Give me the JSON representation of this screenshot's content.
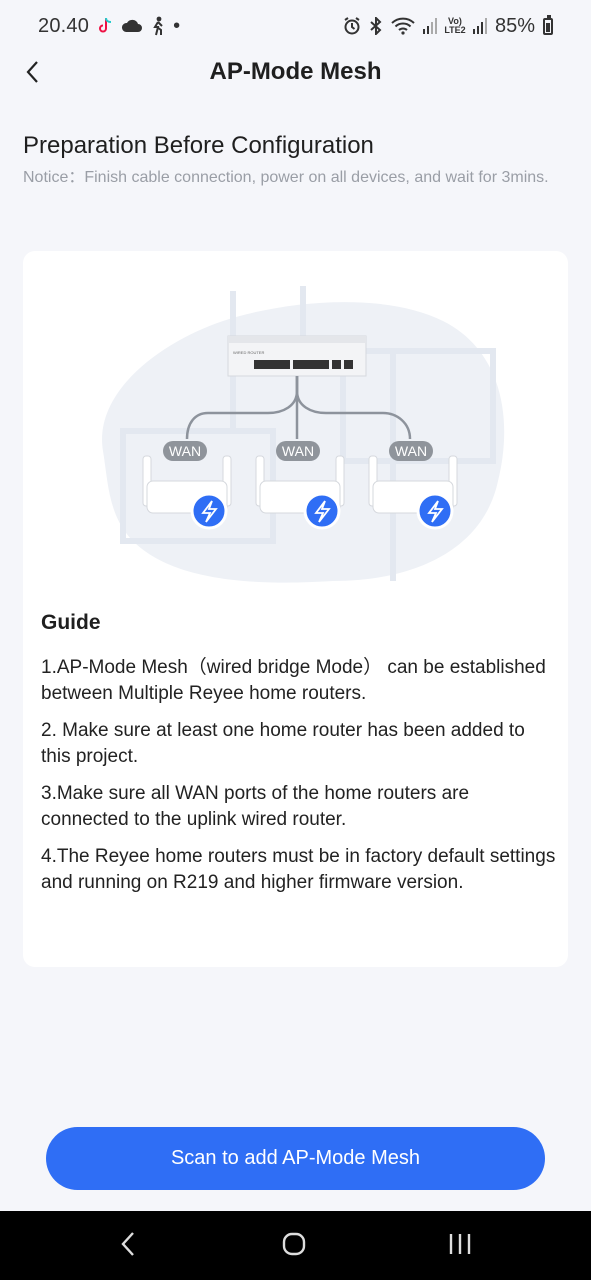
{
  "status_bar": {
    "time": "20.40",
    "dot": "•",
    "lte_label": "Vo) LTE2",
    "battery_percent": "85%",
    "icons": [
      "tiktok-icon",
      "cloud-icon",
      "runner-icon",
      "alarm-icon",
      "bluetooth-icon",
      "wifi-icon",
      "signal-icon",
      "lte-icon",
      "signal-icon",
      "battery-icon"
    ]
  },
  "header": {
    "title": "AP-Mode Mesh",
    "back_icon": "chevron-left-icon"
  },
  "prep": {
    "title": "Preparation Before Configuration",
    "notice": "Notice：Finish cable connection, power on all devices, and wait for 3mins."
  },
  "illustration": {
    "switch_label": "WIRED ROUTER",
    "wan_labels": [
      "WAN",
      "WAN",
      "WAN"
    ]
  },
  "guide": {
    "title": "Guide",
    "items": [
      "1.AP-Mode Mesh（wired bridge Mode） can be established between Multiple Reyee home routers.",
      "2. Make sure at least one home router has been added to this project.",
      "3.Make sure all WAN ports of the home routers are connected to the uplink wired router.",
      "4.The Reyee home routers must be in factory default settings and running on R219 and higher firmware version."
    ]
  },
  "footer": {
    "scan_button_label": "Scan to add AP-Mode Mesh"
  },
  "colors": {
    "accent": "#2f6ef5",
    "background": "#f5f6fa",
    "card": "#ffffff"
  }
}
